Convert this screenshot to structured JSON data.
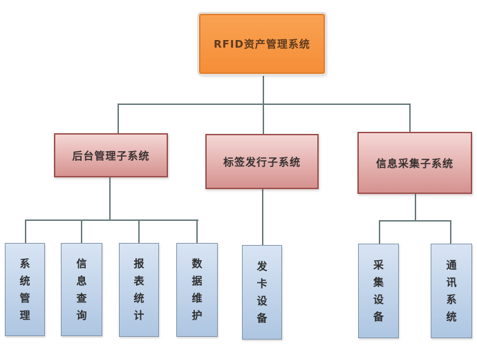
{
  "colors": {
    "root_fill_top": "#F9A252",
    "root_fill_bottom": "#F58E38",
    "root_border": "#DE7D2D",
    "root_text": "#5E3A1E",
    "subsystem_fill_top": "#F5D7D5",
    "subsystem_fill_bottom": "#D5928F",
    "subsystem_border": "#9C504D",
    "subsystem_text": "#383131",
    "leaf_fill_top": "#D8E4F3",
    "leaf_fill_bottom": "#AEC6E2",
    "leaf_border": "#7D92A7",
    "leaf_text": "#2E2E2E",
    "connector": "#66787A",
    "background": "#FFFFFF"
  },
  "diagram": {
    "type": "org-chart",
    "root": {
      "label": "RFID资产管理系统"
    },
    "subsystems": [
      {
        "label": "后台管理子系统",
        "children": [
          {
            "label": "系统管理"
          },
          {
            "label": "信息查询"
          },
          {
            "label": "报表统计"
          },
          {
            "label": "数据维护"
          }
        ]
      },
      {
        "label": "标签发行子系统",
        "children": [
          {
            "label": "发卡设备"
          }
        ]
      },
      {
        "label": "信息采集子系统",
        "children": [
          {
            "label": "采集设备"
          },
          {
            "label": "通讯系统"
          }
        ]
      }
    ]
  }
}
